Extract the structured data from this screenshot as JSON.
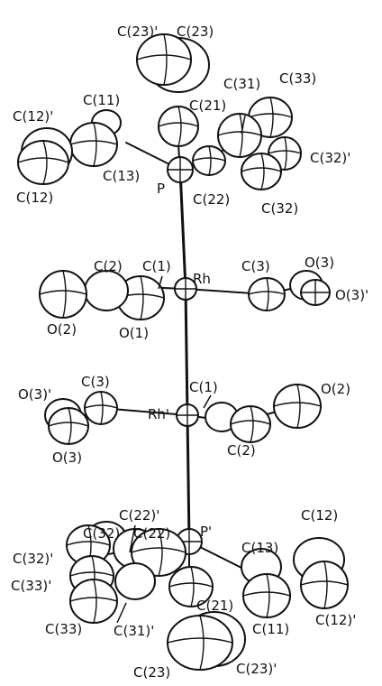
{
  "labels": {
    "c23p_top": "C(23)'",
    "c23_top": "C(23)",
    "c31_top": "C(31)",
    "c33_top": "C(33)",
    "c11_top": "C(11)",
    "c12p_top": "C(12)'",
    "c21_top": "C(21)",
    "c32p_top": "C(32)'",
    "c13_top": "C(13)",
    "c12_top": "C(12)",
    "p_top": "P",
    "c22_top": "C(22)",
    "c32_top": "C(32)",
    "c1_top": "C(1)",
    "c2_top": "C(2)",
    "rh": "Rh",
    "c3_top": "C(3)",
    "o3_top": "O(3)",
    "o3p_top": "O(3)'",
    "o2_top": "O(2)",
    "o1_top": "O(1)",
    "c1_bot": "C(1)",
    "o3p_bot": "O(3)'",
    "c3_bot": "C(3)",
    "rhp": "Rh'",
    "o2_bot": "O(2)",
    "c2_bot": "C(2)",
    "o3_bot": "O(3)",
    "c22p_bot": "C(22)'",
    "c12_bot": "C(12)",
    "c32_bot": "C(32)",
    "c22_bot": "C(22)",
    "pp": "P'",
    "c13_bot": "C(13)",
    "c32p_bot": "C(32)'",
    "c33p_bot": "C(33)'",
    "c21_bot": "C(21)",
    "c12p_bot": "C(12)'",
    "c31p_bot": "C(31)'",
    "c11_bot": "C(11)",
    "c33_bot": "C(33)",
    "c23_bot": "C(23)",
    "c23p_bot": "C(23)'"
  }
}
